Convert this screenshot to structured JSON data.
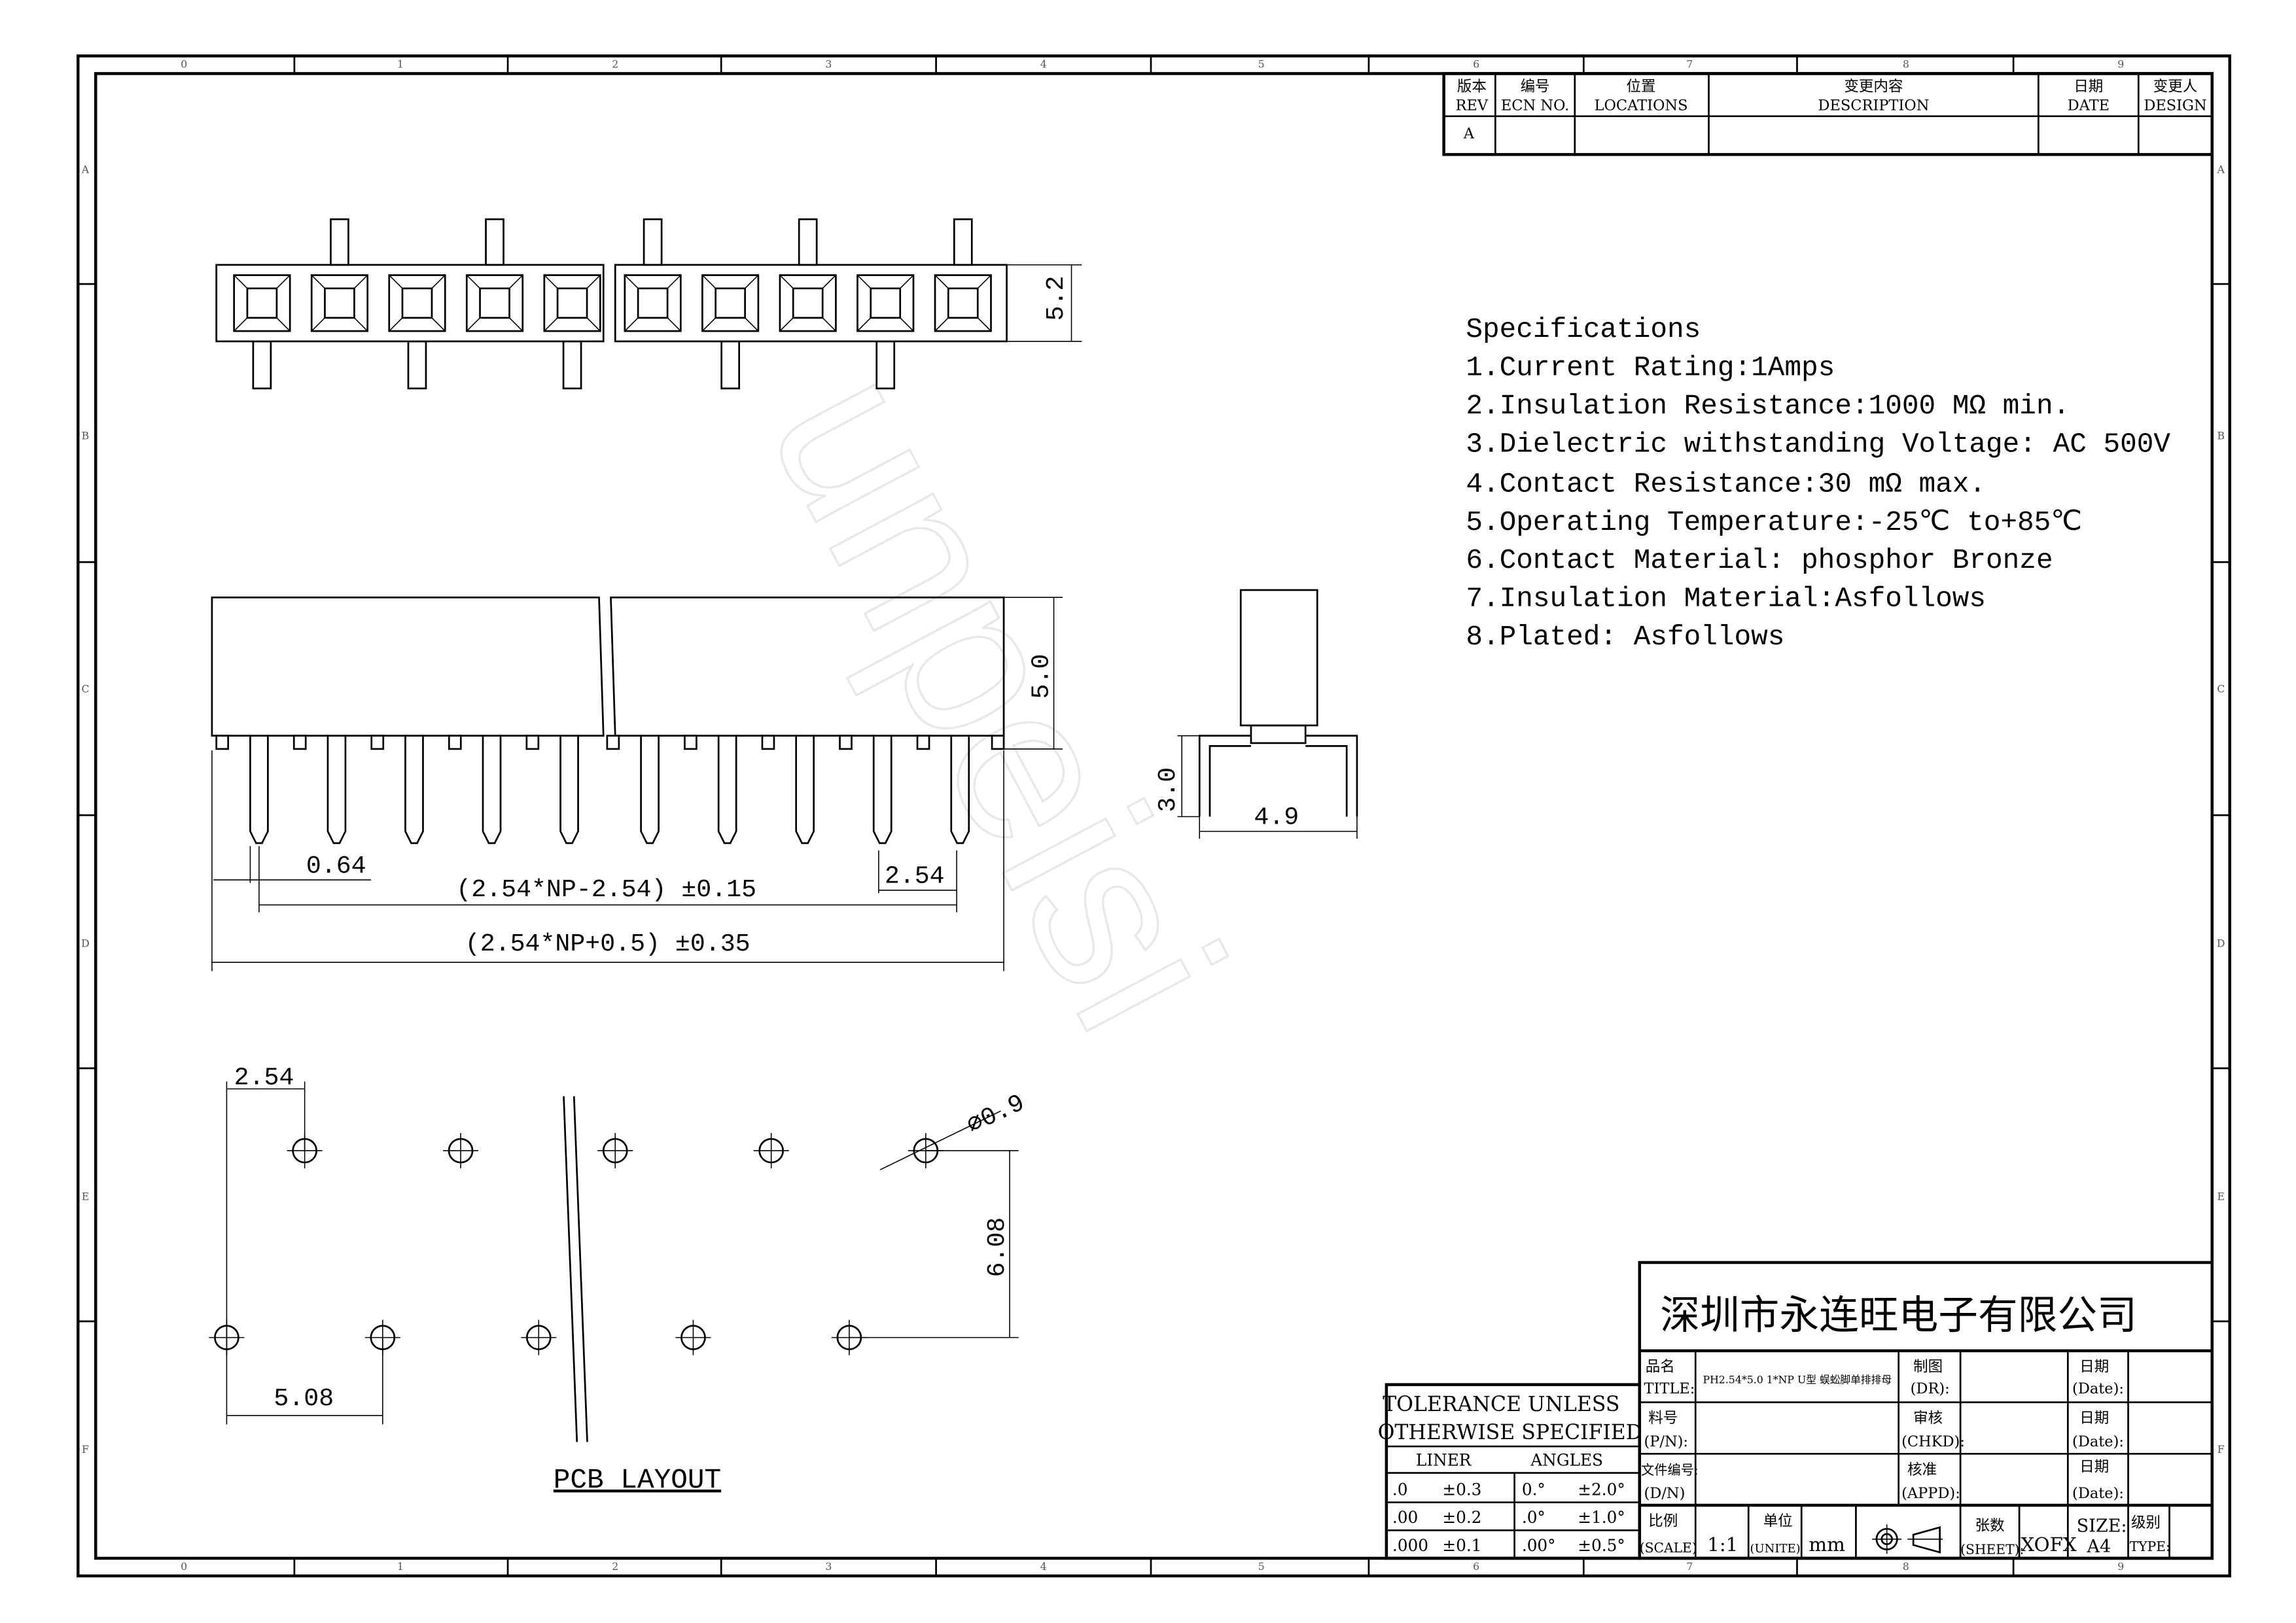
{
  "grid": {
    "columns": [
      "0",
      "1",
      "2",
      "3",
      "4",
      "5",
      "6",
      "7",
      "8",
      "9"
    ],
    "rows": [
      "A",
      "B",
      "C",
      "D",
      "E",
      "F"
    ]
  },
  "revision_table": {
    "headers": [
      {
        "cn": "版本",
        "en": "REV"
      },
      {
        "cn": "编号",
        "en": "ECN NO."
      },
      {
        "cn": "位置",
        "en": "LOCATIONS"
      },
      {
        "cn": "变更内容",
        "en": "DESCRIPTION"
      },
      {
        "cn": "日期",
        "en": "DATE"
      },
      {
        "cn": "变更人",
        "en": "DESIGN"
      }
    ],
    "rows": [
      [
        "A",
        "",
        "",
        "",
        "",
        ""
      ]
    ]
  },
  "specifications": {
    "title": "Specifications",
    "items": [
      "1.Current Rating:1Amps",
      "2.Insulation Resistance:1000 MΩ min.",
      "3.Dielectric withstanding Voltage: AC 500V",
      "4.Contact Resistance:30 mΩ max.",
      "5.Operating Temperature:-25℃ to+85℃",
      "6.Contact Material:  phosphor Bronze",
      "7.Insulation Material:Asfollows",
      "8.Plated: Asfollows"
    ]
  },
  "dimensions": {
    "top_height": "5.2",
    "body_height": "5.0",
    "pin_width": "0.64",
    "pitch": "2.54",
    "pin_span": "(2.54*NP-2.54) ±0.15",
    "total_length": "(2.54*NP+0.5) ±0.35",
    "side_leg": "3.0",
    "side_width": "4.9",
    "pcb_pitch": "2.54",
    "pcb_hole": "⌀0.9",
    "pcb_row_gap": "6.08",
    "pcb_stagger": "5.08"
  },
  "pcb_label": "PCB LAYOUT",
  "watermark": "unpeisi",
  "tolerance": {
    "title_1": "TOLERANCE UNLESS",
    "title_2": "OTHERWISE SPECIFIED",
    "liner": "LINER",
    "angles": "ANGLES",
    "rows": [
      [
        ".0",
        "±0.3",
        "0.°",
        "±2.0°"
      ],
      [
        ".00",
        "±0.2",
        ".0°",
        "±1.0°"
      ],
      [
        ".000",
        "±0.1",
        ".00°",
        "±0.5°"
      ]
    ]
  },
  "title_block": {
    "company": "深圳市永连旺电子有限公司",
    "title_label_cn": "品名",
    "title_label_en": "TITLE:",
    "title_value": "PH2.54*5.0 1*NP U型 蜈蚣脚单排排母",
    "pn_label_cn": "料号",
    "pn_label_en": "(P/N):",
    "dn_label_cn": "文件编号:",
    "dn_label_en": "(D/N)",
    "dr_cn": "制图",
    "dr_en": "(DR):",
    "chkd_cn": "审核",
    "chkd_en": "(CHKD):",
    "appd_cn": "核准",
    "appd_en": "(APPD):",
    "date_cn": "日期",
    "date_en": "(Date):",
    "scale_cn": "比例",
    "scale_en": "(SCALE)",
    "scale_value": "1:1",
    "unit_cn": "单位",
    "unit_en": "(UNITE)",
    "unit_value": "mm",
    "sheet_cn": "张数",
    "sheet_en": "(SHEET):",
    "sheet_value": "XOFX",
    "size_label": "SIZE:",
    "size_value": "A4",
    "type_cn": "级别",
    "type_en": "TYPE:"
  }
}
